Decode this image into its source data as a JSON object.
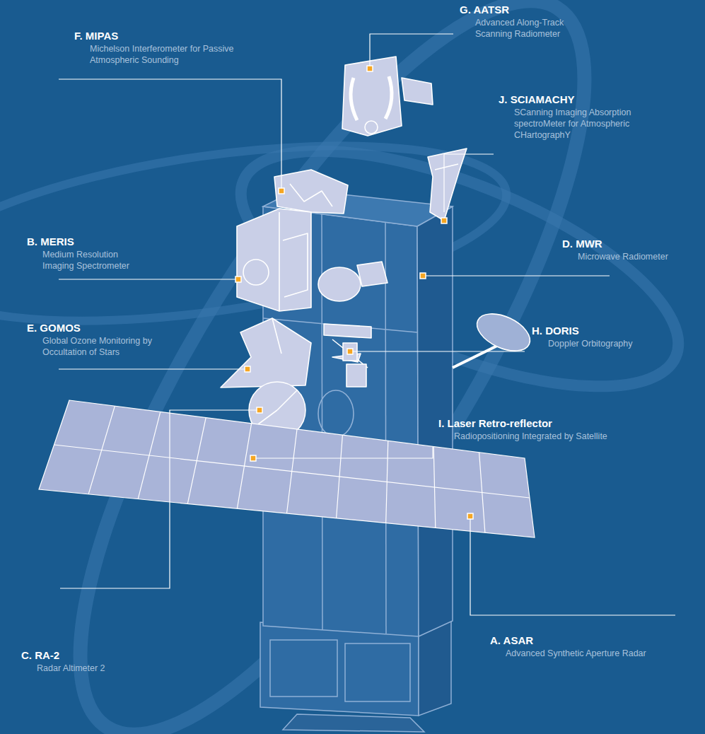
{
  "diagram": {
    "labels": [
      "G. AATSR",
      "Advanced Along-Track Scanning Radiometer",
      "F. MIPAS",
      "Michelson Interferometer for Passive Atmospheric Sounding",
      "J. SCIAMACHY",
      "SCanning Imaging Absorption spectroMeter for Atmospheric CHartographY",
      "B. MERIS",
      "Medium Resolution Imaging Spectrometer",
      "D. MWR",
      "Microwave Radiometer",
      "E. GOMOS",
      "Global Ozone Monitoring by Occultation of Stars",
      "H. DORIS",
      "Doppler Orbitography",
      "I. Laser Retro-reflector",
      "Radiopositioning Integrated by Satellite",
      "C. RA-2",
      "Radar Altimeter 2",
      "A. ASAR",
      "Advanced Synthetic Aperture Radar"
    ]
  }
}
